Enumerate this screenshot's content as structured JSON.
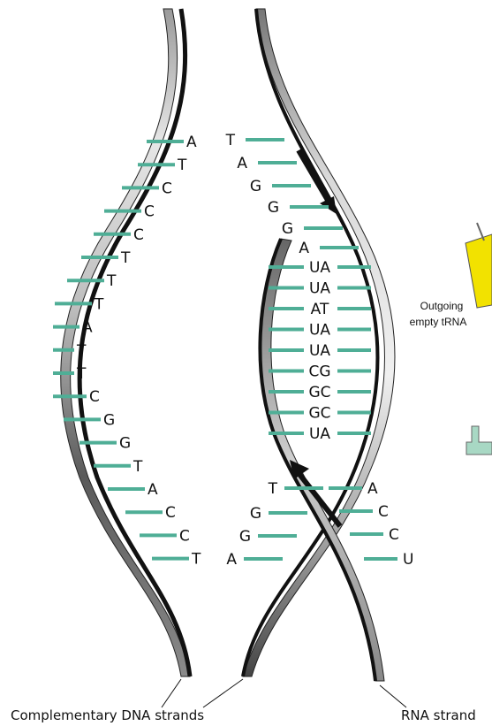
{
  "left_strand_bases": [
    "A",
    "T",
    "C",
    "C",
    "C",
    "T",
    "T",
    "T",
    "A",
    "T",
    "T",
    "C",
    "G",
    "G",
    "T",
    "A",
    "C",
    "C",
    "T"
  ],
  "upper_right_bases": [
    "T",
    "A",
    "G",
    "G",
    "G",
    "A"
  ],
  "rna_pairs": [
    "UA",
    "UA",
    "AT",
    "UA",
    "UA",
    "CG",
    "GC",
    "GC",
    "UA"
  ],
  "lower_left_bases": [
    "T",
    "G",
    "G",
    "A"
  ],
  "lower_right_bases": [
    "A",
    "C",
    "C",
    "U"
  ],
  "labels": {
    "complementary_dna": "Complementary DNA strands",
    "rna_strand": "RNA strand",
    "outgoing_trna_line1": "Outgoing",
    "outgoing_trna_line2": "empty tRNA"
  },
  "colors": {
    "rung": "#4fae96",
    "strand_dark": "#1a1a1a",
    "strand_light": "#c8c8c8",
    "trna_yellow": "#f2e200",
    "trna_green": "#a8d8c4"
  }
}
